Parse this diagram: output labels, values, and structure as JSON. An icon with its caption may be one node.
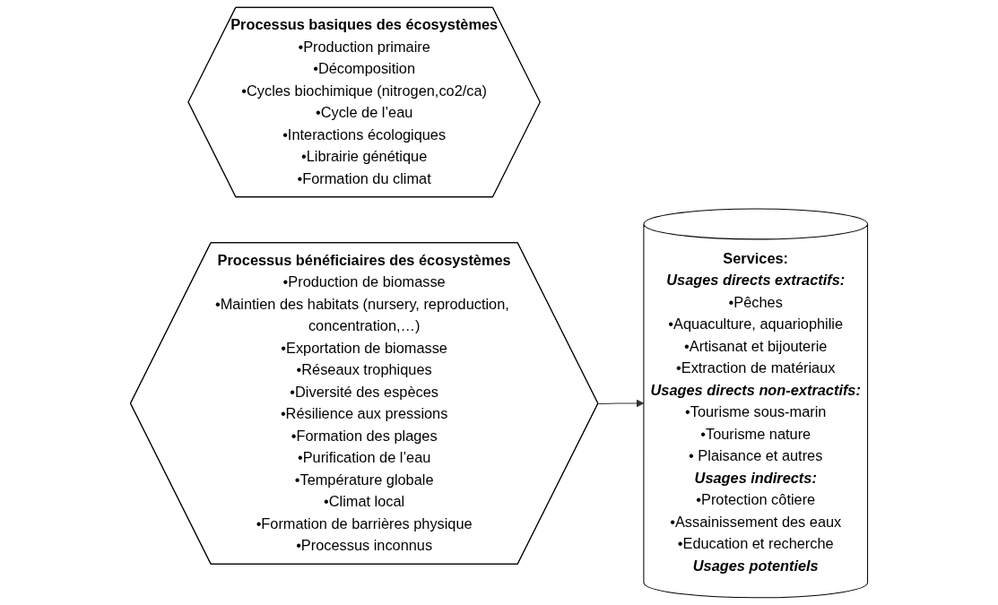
{
  "diagram": {
    "nodes": [
      {
        "text": [
          "Processus basiques des écosystèmes",
          "•Production primaire",
          "•Décomposition",
          "•Cycles biochimique (nitrogen,co2/ca)",
          "•Cycle de l’eau",
          "•Interactions écologiques",
          "•Librairie génétique",
          "•Formation du climat"
        ]
      },
      {
        "text": [
          "Processus bénéficiaires des écosystèmes",
          "•Production de biomasse",
          "•Maintien des habitats (nursery, reproduction, concentration,…)",
          "•Exportation de biomasse",
          "•Réseaux trophiques",
          "•Diversité des espèces",
          "•Résilience aux pressions",
          "•Formation des plages",
          "•Purification de l’eau",
          "•Température globale",
          "•Climat local",
          "•Formation de barrières physique",
          "•Processus inconnus"
        ]
      },
      {
        "text": [
          "Services:",
          "Usages directs extractifs:",
          "•Pêches",
          "•Aquaculture, aquariophilie",
          "•Artisanat et bijouterie",
          "•Extraction de matériaux",
          "Usages directs non-extractifs:",
          "•Tourisme sous-marin",
          "•Tourisme nature",
          "• Plaisance et autres",
          "Usages indirects:",
          "•Protection côtiere",
          "•Assainissement des eaux",
          "•Education et recherche",
          "Usages potentiels"
        ]
      }
    ],
    "edges": [
      {
        "from": 1,
        "to": 2,
        "arrow": "to"
      }
    ]
  }
}
